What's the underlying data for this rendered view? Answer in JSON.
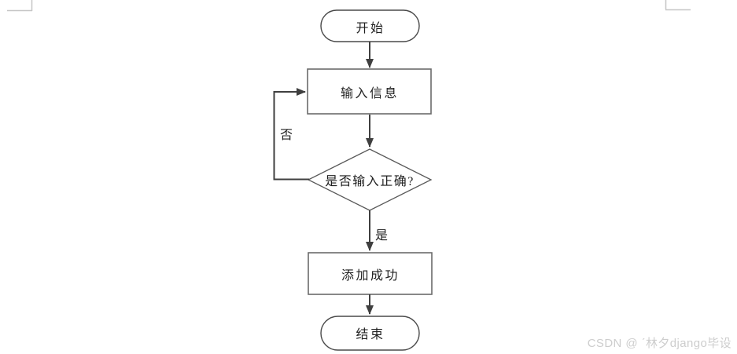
{
  "page": {
    "background": "#ffffff",
    "watermark": "CSDN @ ˊ林夕django毕设"
  },
  "colors": {
    "terminator_border": "#4a4a4a",
    "process_border": "#6b6b6b",
    "decision_border": "#5a5a5a",
    "arrow": "#3f3f3f",
    "node_text": "#1f1f1f",
    "watermark_text": "#cdcdcd",
    "margin_mark": "#c6c6c6"
  },
  "flowchart": {
    "nodes": [
      {
        "id": "start",
        "type": "terminator",
        "label": "开始"
      },
      {
        "id": "input-info",
        "type": "process",
        "label": "输入信息"
      },
      {
        "id": "check-input",
        "type": "decision",
        "label": "是否输入正确?"
      },
      {
        "id": "add-success",
        "type": "process",
        "label": "添加成功"
      },
      {
        "id": "end",
        "type": "terminator",
        "label": "结束"
      }
    ],
    "edges": [
      {
        "from": "start",
        "to": "input-info",
        "label": ""
      },
      {
        "from": "input-info",
        "to": "check-input",
        "label": ""
      },
      {
        "from": "check-input",
        "to": "add-success",
        "label": "是"
      },
      {
        "from": "check-input",
        "to": "input-info",
        "label": "否"
      },
      {
        "from": "add-success",
        "to": "end",
        "label": ""
      }
    ]
  }
}
